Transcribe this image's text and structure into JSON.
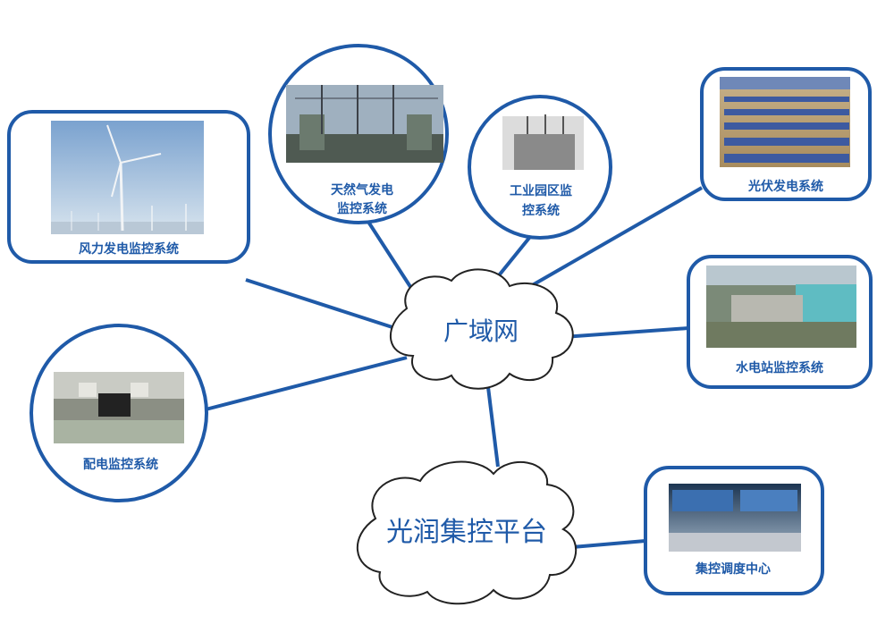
{
  "hub": {
    "label": "广域网"
  },
  "platform": {
    "label": "光润集控平台"
  },
  "nodes": {
    "wind": {
      "label": "风力发电监控系统"
    },
    "gas": {
      "line1": "天然气发电",
      "line2": "监控系统"
    },
    "industry": {
      "line1": "工业园区监",
      "line2": "控系统"
    },
    "solar": {
      "label": "光伏发电系统"
    },
    "hydro": {
      "label": "水电站监控系统"
    },
    "distribution": {
      "label": "配电监控系统"
    },
    "dispatch": {
      "label": "集控调度中心"
    }
  },
  "colors": {
    "line": "#1f5aa8",
    "border": "#1f5aa8",
    "text": "#1f5aa8"
  }
}
